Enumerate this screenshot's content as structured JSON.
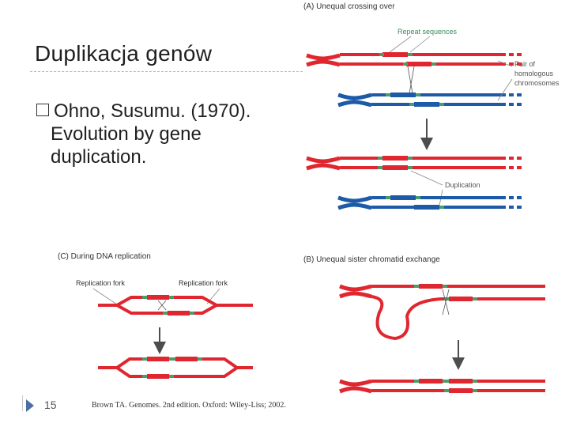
{
  "slide": {
    "title": "Duplikacja genów",
    "bullet_line1": "Ohno, Susumu. (1970).",
    "bullet_line2": "Evolution by gene",
    "bullet_line3": "duplication.",
    "slide_number": "15",
    "citation": "Brown TA. Genomes. 2nd edition. Oxford: Wiley-Liss; 2002."
  },
  "figure": {
    "panel_a_title": "(A) Unequal crossing over",
    "panel_a_repeat_label": "Repeat sequences",
    "panel_a_pair_label_1": "Pair of",
    "panel_a_pair_label_2": "homologous",
    "panel_a_pair_label_3": "chromosomes",
    "panel_a_duplication_label": "Duplication",
    "panel_b_title": "(B) Unequal sister chromatid exchange",
    "panel_c_title": "(C) During DNA replication",
    "panel_c_fork_left": "Replication fork",
    "panel_c_fork_right": "Replication fork"
  },
  "colors": {
    "red": "#e0262f",
    "blue": "#1d5aa8",
    "green": "#4f9a6b",
    "arrow": "#4d4d4d",
    "slide_arrow": "#4a6fa5"
  }
}
